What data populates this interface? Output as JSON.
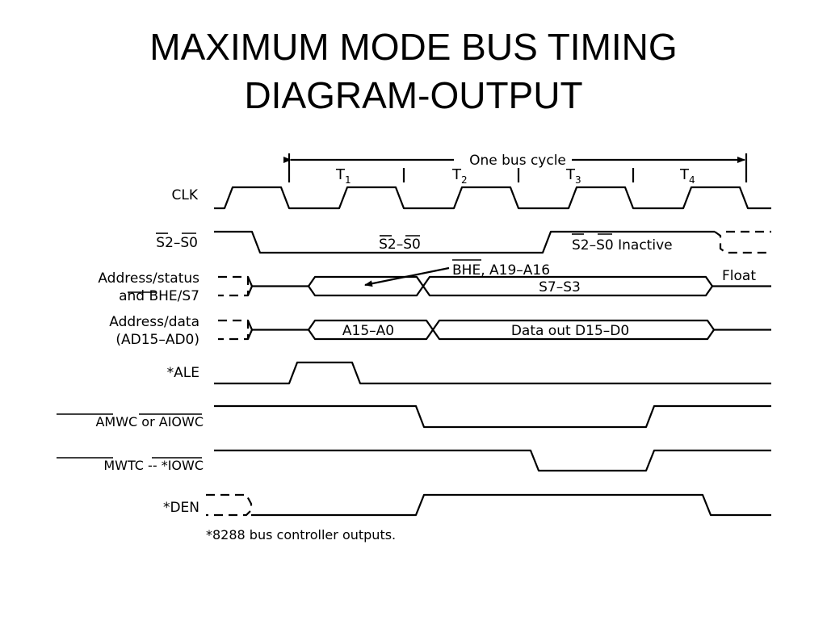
{
  "slide": {
    "title_line1": "MAXIMUM MODE BUS TIMING",
    "title_line2": "DIAGRAM-OUTPUT"
  },
  "diagram": {
    "bus_cycle_label": "One bus cycle",
    "t_states": [
      {
        "base": "T",
        "sub": "1"
      },
      {
        "base": "T",
        "sub": "2"
      },
      {
        "base": "T",
        "sub": "3"
      },
      {
        "base": "T",
        "sub": "4"
      }
    ],
    "signals": {
      "clk": "CLK",
      "status": "S2–S0",
      "addr_status_line1": "Address/status",
      "addr_status_line2_prefix": "and ",
      "addr_status_line2_bar": "BHE",
      "addr_status_line2_suffix": "/S7",
      "addr_data_line1": "Address/data",
      "addr_data_line2": "(AD15–AD0)",
      "ale": "*ALE",
      "amwc_1": "AMWC",
      "amwc_or": " or ",
      "amwc_2": "AIOWC",
      "mwtc_1": "MWTC",
      "mwtc_sep": " -- *",
      "mwtc_2": "IOWC",
      "den": "*DEN"
    },
    "bus_text": {
      "status_active": "S2–S0",
      "status_inactive_bar": "S2–S0",
      "status_inactive_suffix": " Inactive",
      "bhe_bar": "BHE",
      "bhe_suffix": ", A19–A16",
      "s7_s3": "S7–S3",
      "float": "Float",
      "a15_a0": "A15–A0",
      "data_out": "Data out D15–D0"
    },
    "footnote": "*8288 bus controller outputs."
  }
}
